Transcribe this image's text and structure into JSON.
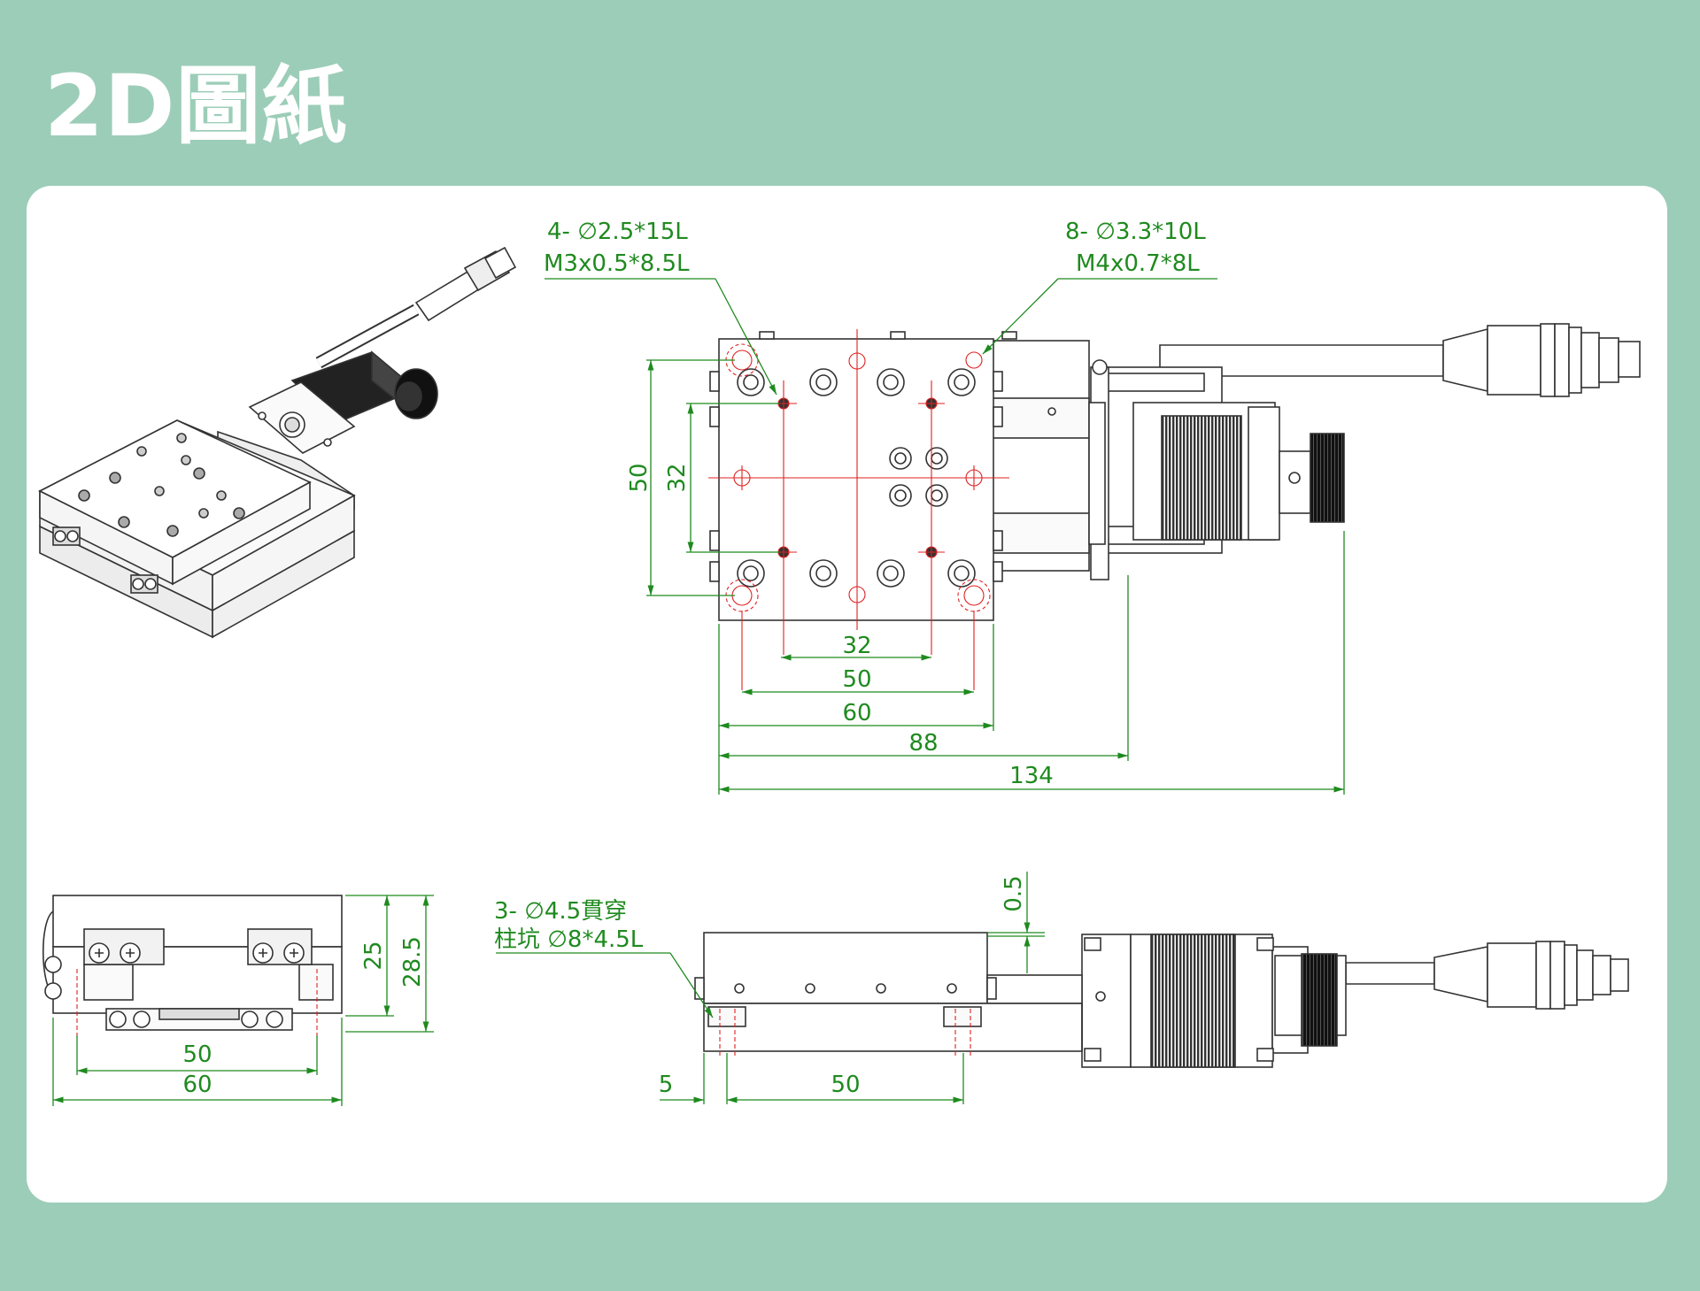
{
  "page": {
    "title": "2D圖紙",
    "colors": {
      "background": "#9ccdb8",
      "card": "#ffffff",
      "dimension": "#1f8a1f",
      "centerline": "#e02020",
      "outline": "#222222"
    }
  },
  "top_view": {
    "note_left": {
      "line1": "4- ∅2.5*15L",
      "line2": "M3x0.5*8.5L"
    },
    "note_right": {
      "line1": "8- ∅3.3*10L",
      "line2": "M4x0.7*8L"
    },
    "dim_50_vertical": "50",
    "dim_32_vertical": "32",
    "dim_32": "32",
    "dim_50": "50",
    "dim_60": "60",
    "dim_88": "88",
    "dim_134": "134"
  },
  "front_view": {
    "dim_25": "25",
    "dim_28_5": "28.5",
    "dim_50": "50",
    "dim_60": "60"
  },
  "side_view": {
    "note": {
      "line1": "3- ∅4.5貫穿",
      "line2": "柱坑 ∅8*4.5L"
    },
    "dim_0_5": "0.5",
    "dim_5": "5",
    "dim_50": "50"
  },
  "iso_view": {
    "icon": "stage-isometric-icon"
  }
}
